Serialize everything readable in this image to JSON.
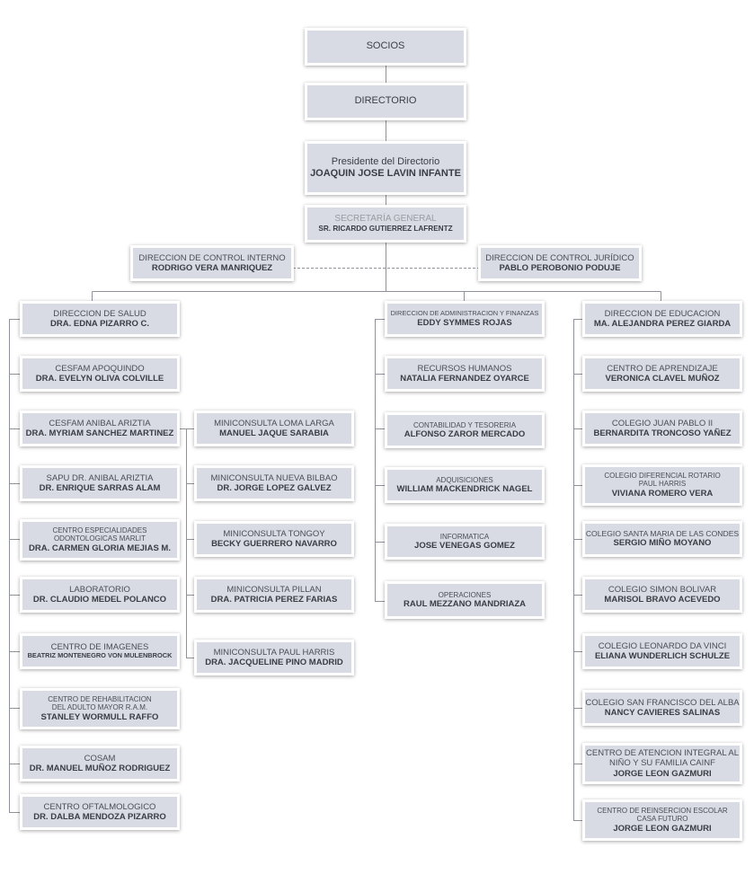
{
  "top": {
    "socios": "SOCIOS",
    "directorio": "DIRECTORIO",
    "presidente_title": "Presidente del Directorio",
    "presidente_name": "JOAQUIN JOSE LAVIN INFANTE",
    "secretaria_title": "SECRETARÍA GENERAL",
    "secretaria_name": "SR. RICARDO GUTIERREZ LAFRENTZ"
  },
  "control": {
    "interno_title": "DIRECCION DE CONTROL INTERNO",
    "interno_name": "RODRIGO VERA MANRIQUEZ",
    "juridico_title": "DIRECCION DE CONTROL JURÍDICO",
    "juridico_name": "PABLO PEROBONIO PODUJE"
  },
  "salud": [
    {
      "title": "DIRECCION DE SALUD",
      "name": "DRA. EDNA PIZARRO C."
    },
    {
      "title": "CESFAM APOQUINDO",
      "name": "DRA. EVELYN OLIVA COLVILLE"
    },
    {
      "title": "CESFAM ANIBAL ARIZTIA",
      "name": "DRA. MYRIAM SANCHEZ  MARTINEZ"
    },
    {
      "title": "SAPU DR. ANIBAL ARIZTIA",
      "name": "DR. ENRIQUE SARRAS ALAM"
    },
    {
      "title": "CENTRO ESPECIALIDADES",
      "title2": "ODONTOLOGICAS MARLIT",
      "name": "DRA. CARMEN GLORIA MEJIAS M."
    },
    {
      "title": "LABORATORIO",
      "name": "DR. CLAUDIO MEDEL POLANCO"
    },
    {
      "title": "CENTRO DE IMAGENES",
      "name": "BEATRIZ MONTENEGRO VON MULENBROCK"
    },
    {
      "title": "CENTRO DE REHABILITACION",
      "title2": "DEL ADULTO MAYOR R.A.M.",
      "name": "STANLEY WORMULL RAFFO"
    },
    {
      "title": "COSAM",
      "name": "DR. MANUEL MUÑOZ RODRIGUEZ"
    },
    {
      "title": "CENTRO OFTALMOLOGICO",
      "name": "DR. DALBA MENDOZA PIZARRO"
    }
  ],
  "miniconsultas": [
    {
      "title": "MINICONSULTA LOMA LARGA",
      "name": "MANUEL JAQUE SARABIA"
    },
    {
      "title": "MINICONSULTA NUEVA BILBAO",
      "name": "DR. JORGE LOPEZ GALVEZ"
    },
    {
      "title": "MINICONSULTA TONGOY",
      "name": "BECKY GUERRERO NAVARRO"
    },
    {
      "title": "MINICONSULTA PILLAN",
      "name": "DRA. PATRICIA PEREZ FARIAS"
    },
    {
      "title": "MINICONSULTA PAUL HARRIS",
      "name": "DRA. JACQUELINE PINO MADRID"
    }
  ],
  "administracion": [
    {
      "title": "DIRECCION DE ADMINISTRACION Y FINANZAS",
      "name": "EDDY SYMMES ROJAS"
    },
    {
      "title": "RECURSOS HUMANOS",
      "name": "NATALIA FERNANDEZ OYARCE"
    },
    {
      "title": "CONTABILIDAD Y TESORERIA",
      "name": "ALFONSO ZAROR MERCADO"
    },
    {
      "title": "ADQUISICIONES",
      "name": "WILLIAM MACKENDRICK NAGEL"
    },
    {
      "title": "INFORMATICA",
      "name": "JOSE VENEGAS GOMEZ"
    },
    {
      "title": "OPERACIONES",
      "name": "RAUL MEZZANO MANDRIAZA"
    }
  ],
  "educacion": [
    {
      "title": "DIRECCION DE EDUCACION",
      "name": "MA. ALEJANDRA PEREZ GIARDA"
    },
    {
      "title": "CENTRO DE APRENDIZAJE",
      "name": "VERONICA CLAVEL MUÑOZ"
    },
    {
      "title": "COLEGIO JUAN PABLO II",
      "name": "BERNARDITA TRONCOSO YAÑEZ"
    },
    {
      "title": "COLEGIO DIFERENCIAL ROTARIO",
      "title2": "PAUL HARRIS",
      "name": "VIVIANA ROMERO VERA"
    },
    {
      "title": "COLEGIO SANTA MARIA DE LAS CONDES",
      "name": "SERGIO MIÑO MOYANO"
    },
    {
      "title": "COLEGIO SIMON BOLIVAR",
      "name": "MARISOL BRAVO ACEVEDO"
    },
    {
      "title": "COLEGIO LEONARDO DA VINCI",
      "name": "ELIANA WUNDERLICH SCHULZE"
    },
    {
      "title": "COLEGIO SAN FRANCISCO DEL ALBA",
      "name": "NANCY CAVIERES SALINAS"
    },
    {
      "title": "CENTRO DE ATENCION INTEGRAL AL",
      "title2": "NIÑO Y SU FAMILIA CAINF",
      "name": "JORGE LEON GAZMURI"
    },
    {
      "title": "CENTRO DE REINSERCION ESCOLAR",
      "title2": "CASA FUTURO",
      "name": "JORGE LEON GAZMURI"
    }
  ]
}
